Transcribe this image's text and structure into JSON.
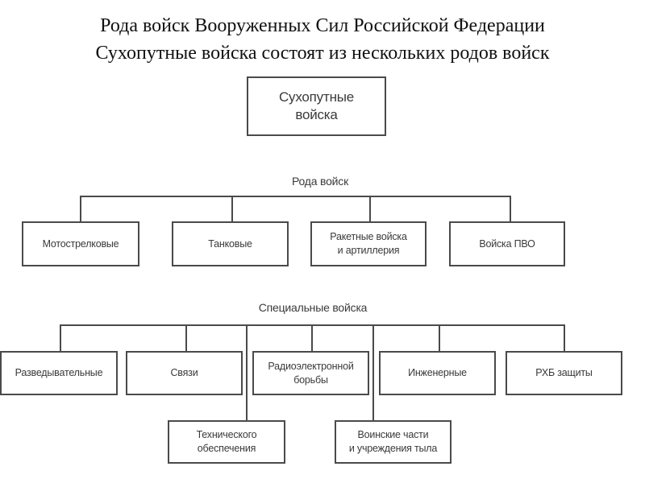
{
  "title": {
    "line1": "Рода войск Вооруженных Сил Российской Федерации",
    "line2": "Сухопутные войска состоят из нескольких родов войск"
  },
  "root": {
    "label": "Сухопутные\nвойска"
  },
  "branches_group": {
    "label": "Рода войск",
    "items": [
      {
        "label": "Мотострелковые"
      },
      {
        "label": "Танковые"
      },
      {
        "label": "Ракетные войска\nи артиллерия"
      },
      {
        "label": "Войска ПВО"
      }
    ]
  },
  "special_group": {
    "label": "Специальные войска",
    "items": [
      {
        "label": "Разведывательные"
      },
      {
        "label": "Связи"
      },
      {
        "label": "Радиоэлектронной\nборьбы"
      },
      {
        "label": "Инженерные"
      },
      {
        "label": "РХБ защиты"
      },
      {
        "label": "Технического\nобеспечения"
      },
      {
        "label": "Воинские части\nи учреждения тыла"
      }
    ]
  },
  "colors": {
    "line": "#4a4a4a",
    "text": "#3a3a3a",
    "title": "#111111"
  }
}
